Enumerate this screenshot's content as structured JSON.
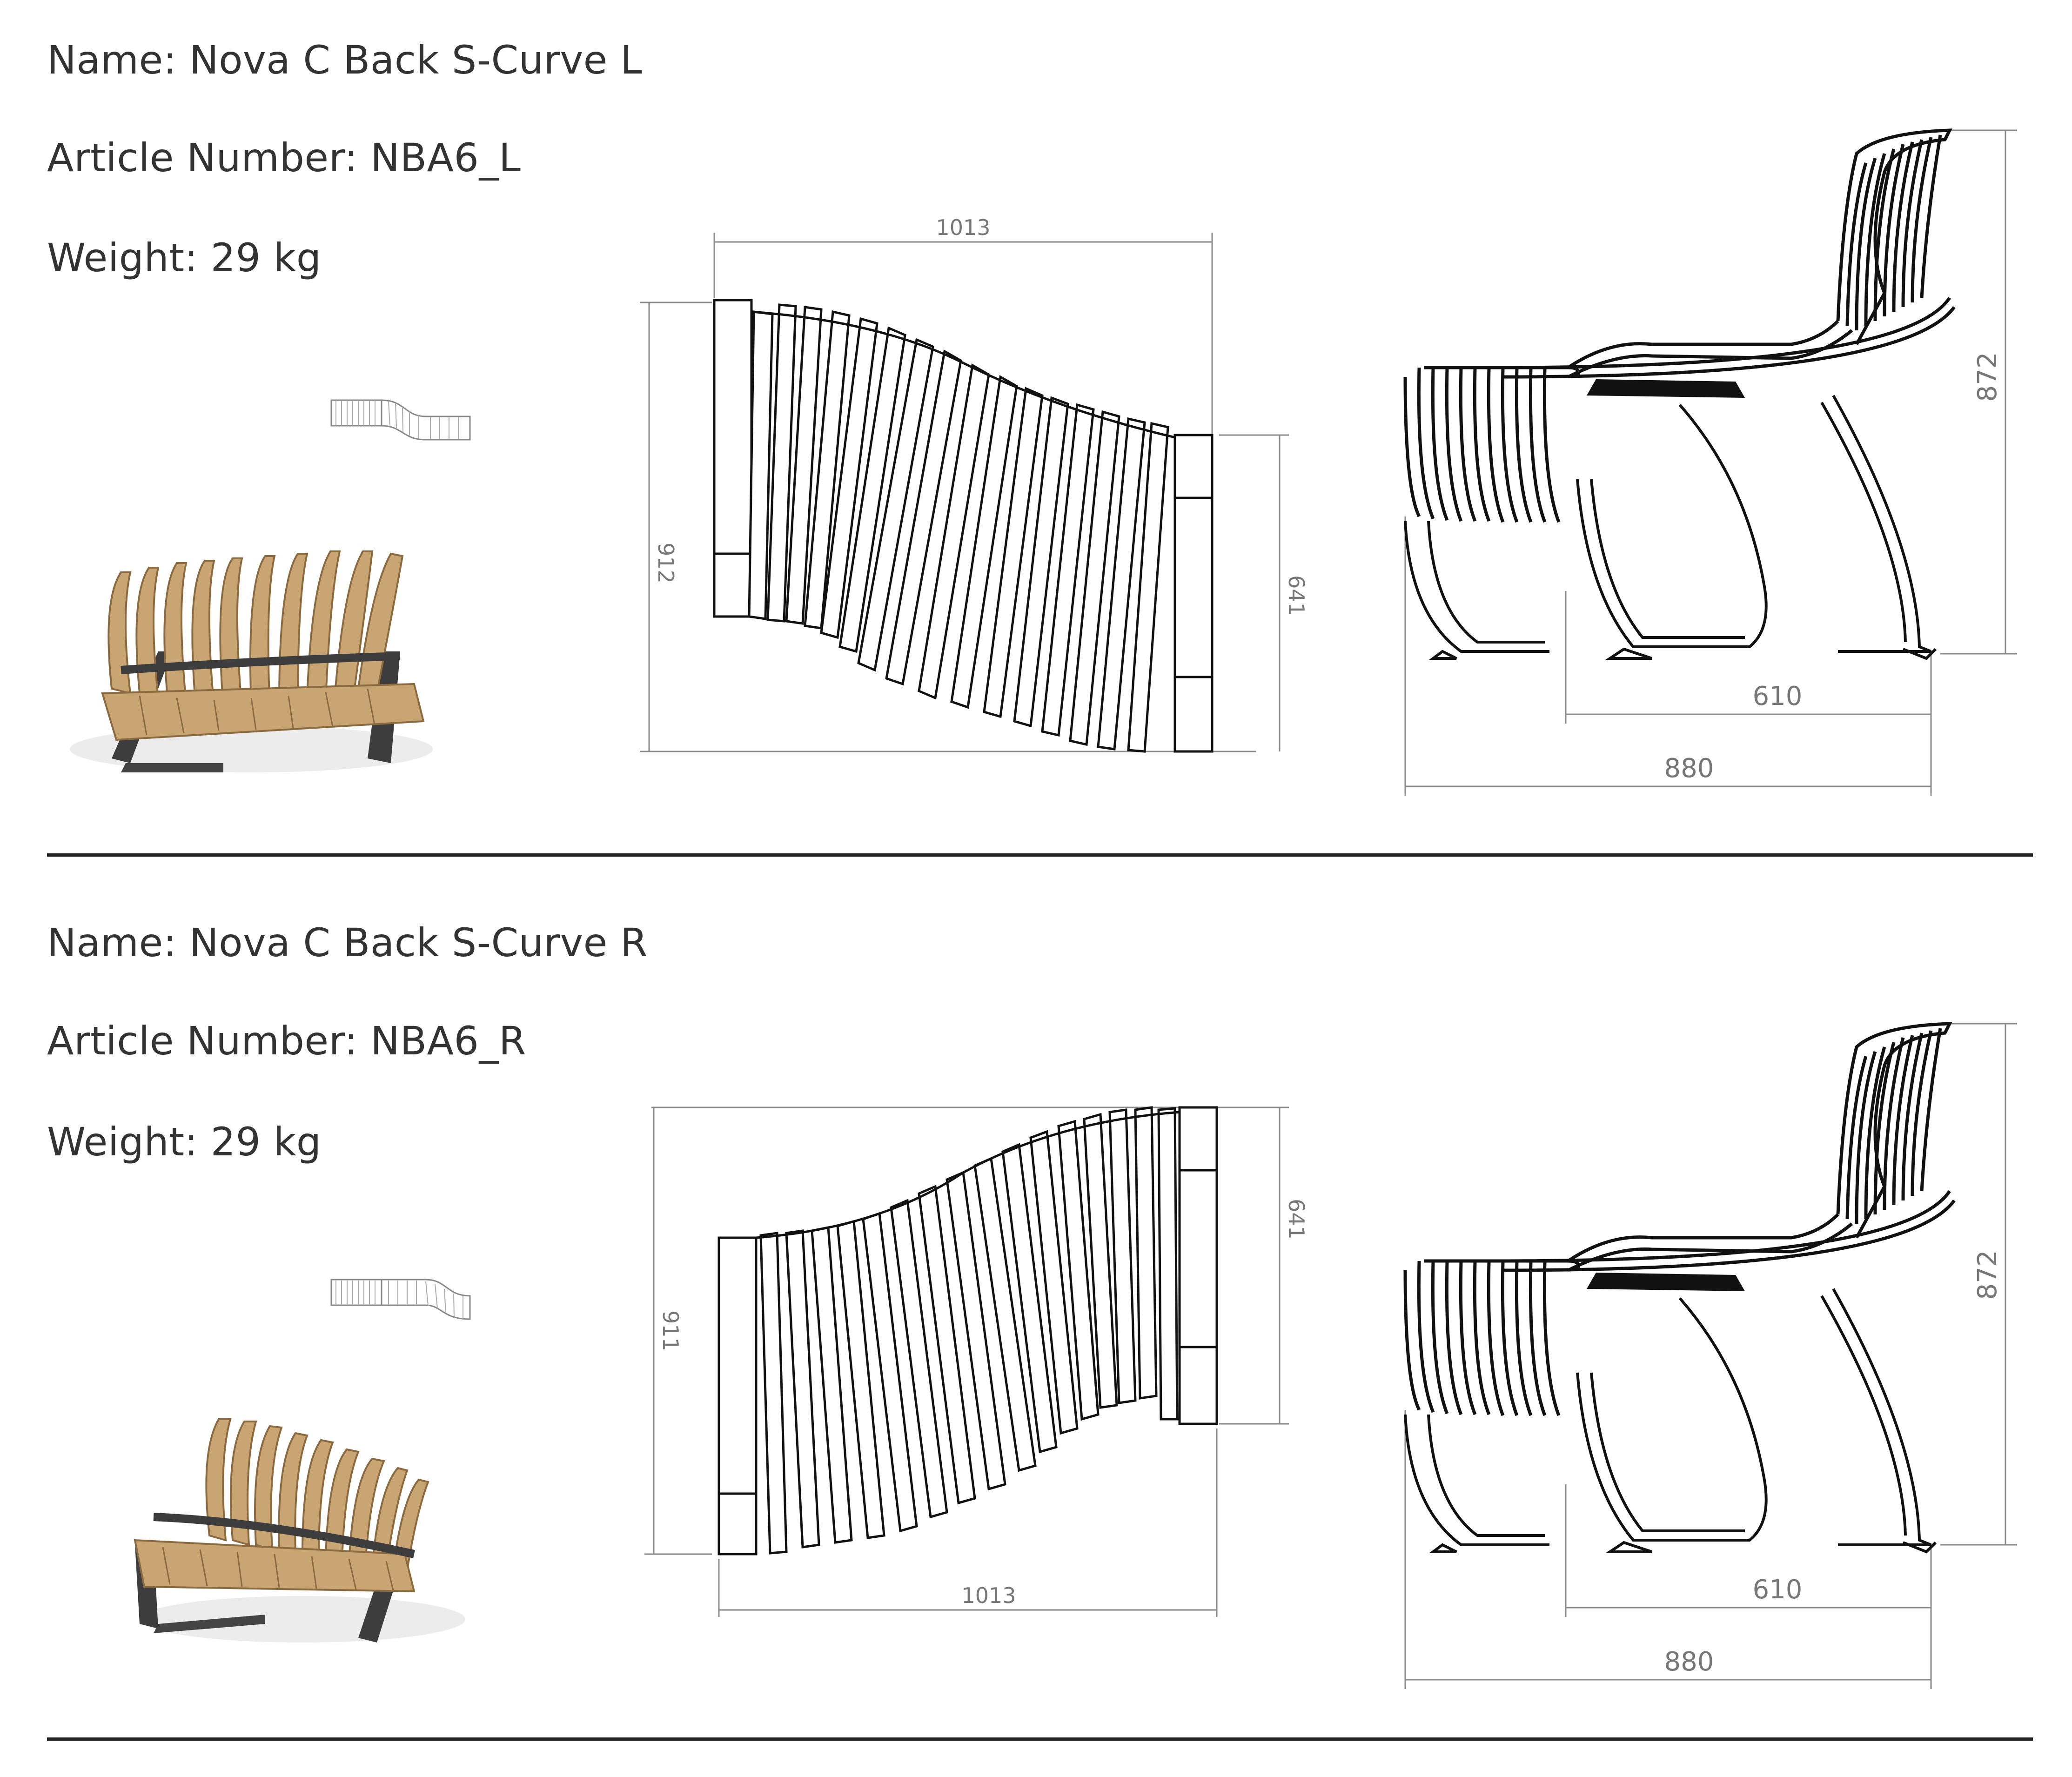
{
  "products": [
    {
      "name": "Nova C Back S-Curve L",
      "name_label": "Name: Nova C Back S-Curve L",
      "article_label": "Article Number: NBA6_L",
      "weight_label": "Weight: 29 kg",
      "top_view": {
        "width": "1013",
        "left_depth": "912",
        "right_depth": "641"
      },
      "side_view": {
        "height": "872",
        "seat_depth": "610",
        "total_depth": "880"
      }
    },
    {
      "name": "Nova C Back S-Curve R",
      "name_label": "Name: Nova C Back S-Curve R",
      "article_label": "Article Number: NBA6_R",
      "weight_label": "Weight: 29 kg",
      "top_view": {
        "width": "1013",
        "left_depth": "911",
        "right_depth": "641"
      },
      "side_view": {
        "height": "872",
        "seat_depth": "610",
        "total_depth": "880"
      }
    }
  ],
  "colors": {
    "text": "#333333",
    "line": "#111111",
    "dimension": "#8a8a8a",
    "wood": "#c9a574",
    "steel": "#3d3d3d"
  }
}
